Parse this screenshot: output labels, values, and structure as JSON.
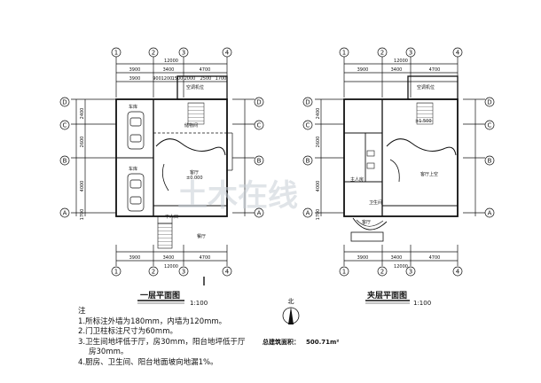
{
  "plan_left": {
    "title": "一层平面图",
    "scale": "1:100",
    "top_dims_outer": "12000",
    "top_dims": [
      "3900",
      "3400",
      "4700"
    ],
    "top_dims_inner": [
      "3900",
      "900",
      "1200",
      "1500",
      "2000",
      "2500",
      "1700"
    ],
    "bottom_dims": [
      "3900",
      "3400",
      "4700"
    ],
    "bottom_dims_outer": "12000",
    "left_dims": [
      "2400",
      "2600",
      "4000",
      "1700"
    ],
    "axes_top": [
      "1",
      "2",
      "3",
      "4"
    ],
    "axes_side": [
      "D",
      "C",
      "B",
      "A"
    ],
    "rooms": [
      "空调机位",
      "储物间",
      "车库",
      "客厅",
      "餐厅",
      "下人口",
      "车库"
    ],
    "level": "±0.000"
  },
  "plan_right": {
    "title": "夹层平面图",
    "scale": "1:100",
    "top_dims_outer": "12000",
    "top_dims": [
      "3900",
      "3400",
      "4700"
    ],
    "bottom_dims": [
      "3900",
      "3400",
      "4700"
    ],
    "bottom_dims_outer": "12000",
    "left_dims": [
      "2400",
      "2600",
      "4000",
      "1700"
    ],
    "axes_top": [
      "1",
      "2",
      "3",
      "4"
    ],
    "axes_side": [
      "D",
      "C",
      "B",
      "A"
    ],
    "rooms": [
      "空调机位",
      "客厅上空",
      "主人房",
      "卫生间",
      "客厅"
    ],
    "level": "±1.500"
  },
  "north_label": "北",
  "total_area_label": "总建筑面积：",
  "total_area_value": "500.71m²",
  "notes": {
    "heading": "注",
    "items": [
      "1.所标注外墙为180mm，内墙为120mm。",
      "2.门卫柱标注尺寸为60mm。",
      "3.卫生间地坪低于厅，房30mm，阳台地坪低于厅",
      "房30mm。",
      "4.厨房、卫生间、阳台地面坡向地漏1%。"
    ]
  },
  "watermark": "土木在线"
}
